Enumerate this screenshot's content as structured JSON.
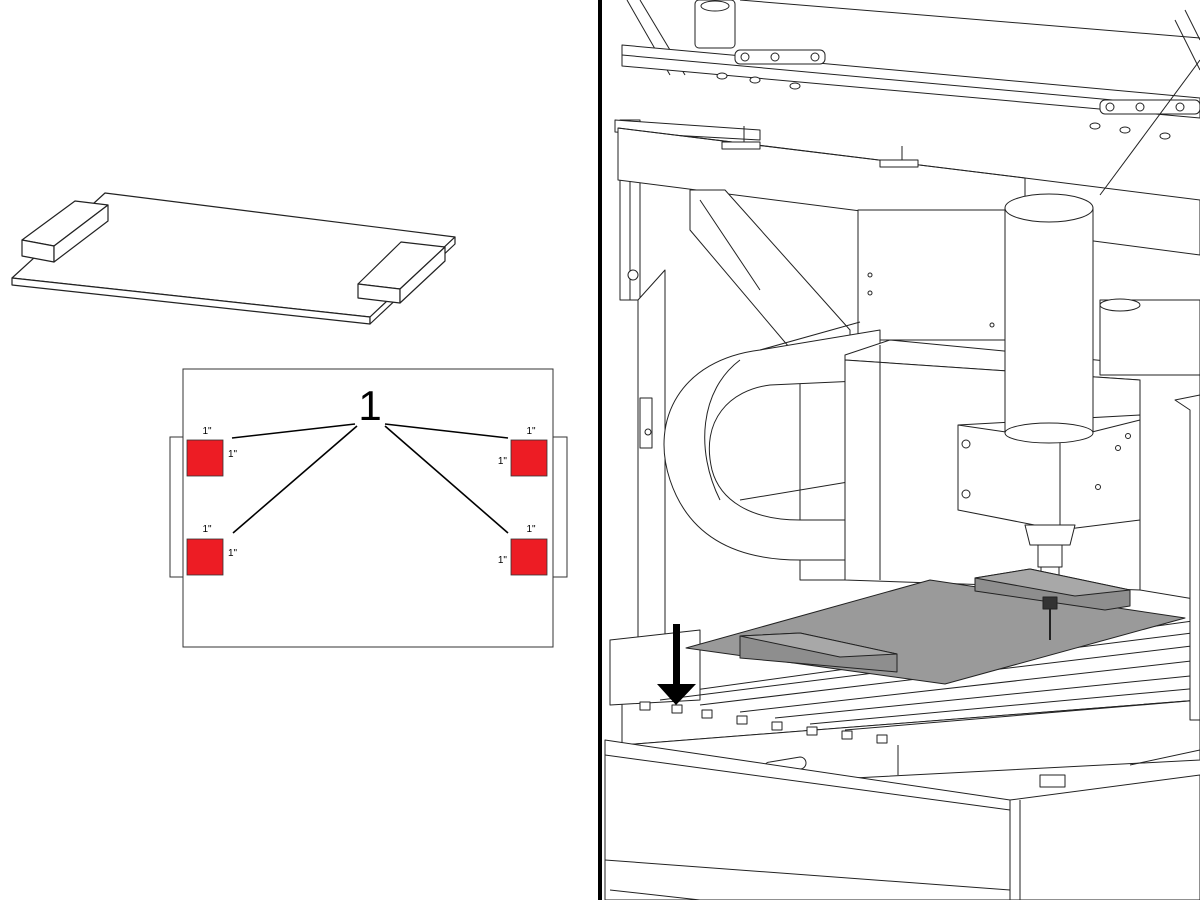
{
  "callout": {
    "number": "1"
  },
  "dimension_label": "1\"",
  "pad_color": "#ed1c24",
  "pads": [
    {
      "id": "top-left",
      "top_label": "1\"",
      "side_label": "1\""
    },
    {
      "id": "bottom-left",
      "top_label": "1\"",
      "side_label": "1\""
    },
    {
      "id": "top-right",
      "top_label": "1\"",
      "side_label": "1\""
    },
    {
      "id": "bottom-right",
      "top_label": "1\"",
      "side_label": "1\""
    }
  ],
  "icons": {
    "arrow": "arrow-down-icon"
  }
}
